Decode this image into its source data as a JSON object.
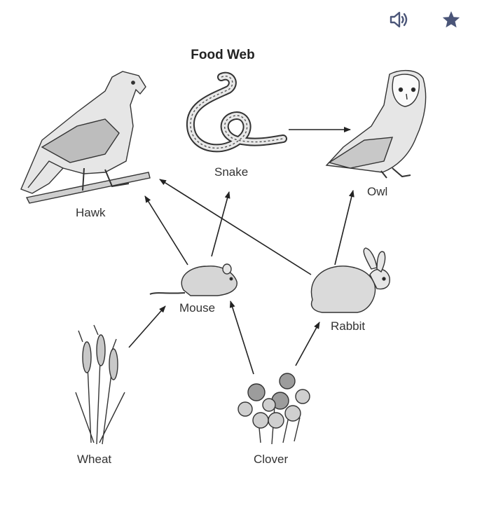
{
  "toolbar": {
    "speaker_icon": "speaker-icon",
    "star_icon": "star-icon",
    "icon_color": "#4a5578"
  },
  "diagram": {
    "title": "Food Web",
    "organisms": {
      "hawk": "Hawk",
      "snake": "Snake",
      "owl": "Owl",
      "mouse": "Mouse",
      "rabbit": "Rabbit",
      "wheat": "Wheat",
      "clover": "Clover"
    },
    "arrows": [
      {
        "from": "Snake",
        "to": "Owl"
      },
      {
        "from": "Mouse",
        "to": "Hawk"
      },
      {
        "from": "Mouse",
        "to": "Snake"
      },
      {
        "from": "Rabbit",
        "to": "Hawk"
      },
      {
        "from": "Rabbit",
        "to": "Owl"
      },
      {
        "from": "Wheat",
        "to": "Mouse"
      },
      {
        "from": "Clover",
        "to": "Mouse"
      },
      {
        "from": "Clover",
        "to": "Rabbit"
      }
    ]
  }
}
